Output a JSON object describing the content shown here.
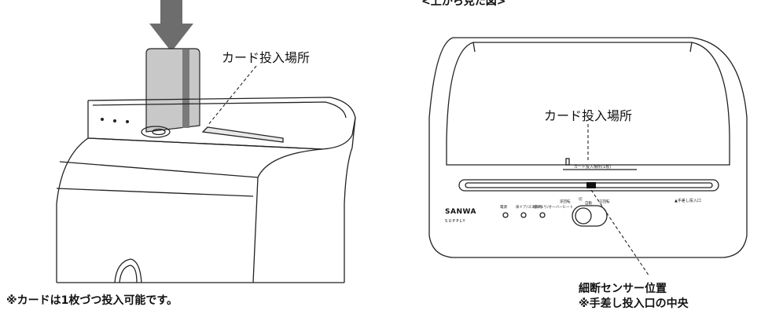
{
  "left_figure": {
    "callout": "カード投入場所",
    "note": "※カードは1枚づつ投入可能です。"
  },
  "right_figure": {
    "top_label": "<上から見た図>",
    "callout_center": "カード投入場所",
    "slot_label": "カード投入場所(1枚)",
    "hand_feed_label": "▲手差し投入口",
    "brand": "SANWA",
    "brand_sub": "SUPPLY",
    "indicators": [
      "電源",
      "扉ドア/ゴミ満杯",
      "紙づまり/オーバーヒート"
    ],
    "switch_labels": [
      "逆回転",
      "切",
      "自動",
      "正回転"
    ],
    "sensor_callout_line1": "細断センサー位置",
    "sensor_callout_line2": "※手差し投入口の中央"
  },
  "colors": {
    "line": "#222222",
    "card": "#c8c8c8",
    "card_stripe": "#7a7a7a",
    "arrow": "#6d6d6d"
  }
}
